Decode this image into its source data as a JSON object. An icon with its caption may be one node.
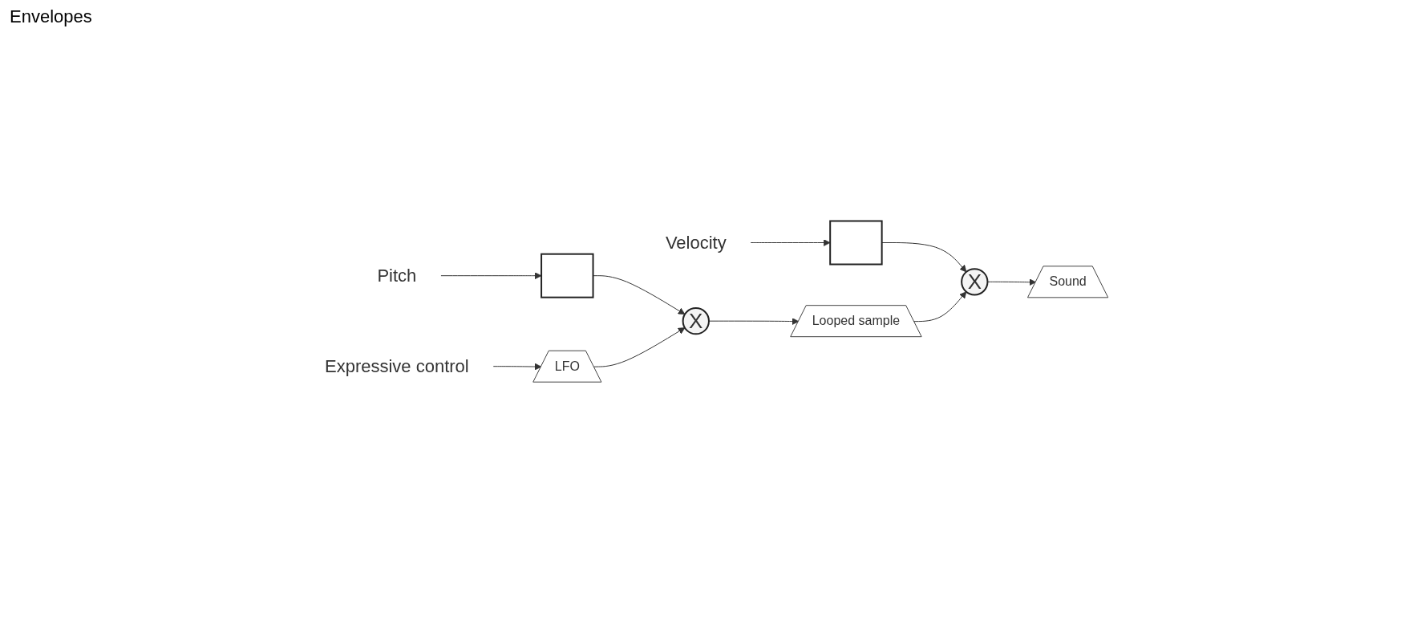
{
  "diagram": {
    "nodes": [
      {
        "text": [
          "Pitch"
        ]
      },
      {
        "text": [
          "Velocity"
        ]
      },
      {
        "text": [],
        "shape": "box"
      },
      {
        "text": [],
        "shape": "box"
      },
      {
        "text": [
          "Expressive control"
        ]
      },
      {
        "text": [
          "LFO"
        ]
      },
      {
        "text": [
          "X"
        ]
      },
      {
        "text": [
          "Looped sample"
        ]
      },
      {
        "text": [
          "X"
        ]
      },
      {
        "text": [
          "Sound"
        ]
      }
    ],
    "edges": [
      {
        "from": 0,
        "to": 2,
        "arrow": "to"
      },
      {
        "from": 1,
        "to": 3,
        "arrow": "to"
      },
      {
        "from": 2,
        "to": 6,
        "arrow": "to"
      },
      {
        "from": 4,
        "to": 5,
        "arrow": "to"
      },
      {
        "from": 5,
        "to": 6,
        "arrow": "to"
      },
      {
        "from": 6,
        "to": 7,
        "arrow": "to"
      },
      {
        "from": 3,
        "to": 8,
        "arrow": "to"
      },
      {
        "from": 7,
        "to": 8,
        "arrow": "to"
      },
      {
        "from": 8,
        "to": 9,
        "arrow": "to"
      }
    ],
    "labels": [
      "Envelopes"
    ]
  }
}
